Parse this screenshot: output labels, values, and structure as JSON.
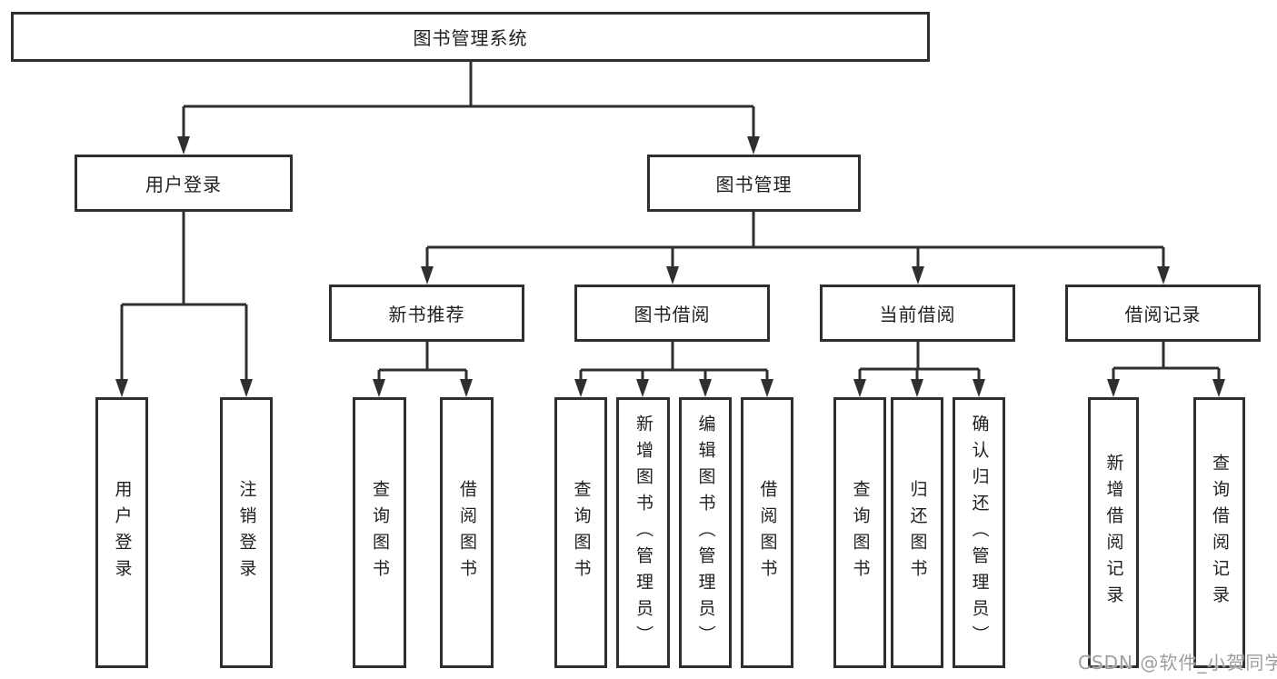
{
  "diagram": {
    "root": {
      "label": "图书管理系统",
      "children": [
        {
          "label": "用户登录",
          "children": [
            {
              "label": "用户登录"
            },
            {
              "label": "注销登录"
            }
          ]
        },
        {
          "label": "图书管理",
          "children": [
            {
              "label": "新书推荐",
              "children": [
                {
                  "label": "查询图书"
                },
                {
                  "label": "借阅图书"
                }
              ]
            },
            {
              "label": "图书借阅",
              "children": [
                {
                  "label": "查询图书"
                },
                {
                  "label": "新增图书（管理员）"
                },
                {
                  "label": "编辑图书（管理员）"
                },
                {
                  "label": "借阅图书"
                }
              ]
            },
            {
              "label": "当前借阅",
              "children": [
                {
                  "label": "查询图书"
                },
                {
                  "label": "归还图书"
                },
                {
                  "label": "确认归还（管理员）"
                }
              ]
            },
            {
              "label": "借阅记录",
              "children": [
                {
                  "label": "新增借阅记录"
                },
                {
                  "label": "查询借阅记录"
                }
              ]
            }
          ]
        }
      ]
    }
  },
  "watermark": "CSDN @软件_小贺同学",
  "colors": {
    "line": "#2f2f2f",
    "boxbg": "#ffffff",
    "text": "#1f1f1f",
    "watermark": "#9e9e9e",
    "canvasbg": "#ffffff"
  }
}
